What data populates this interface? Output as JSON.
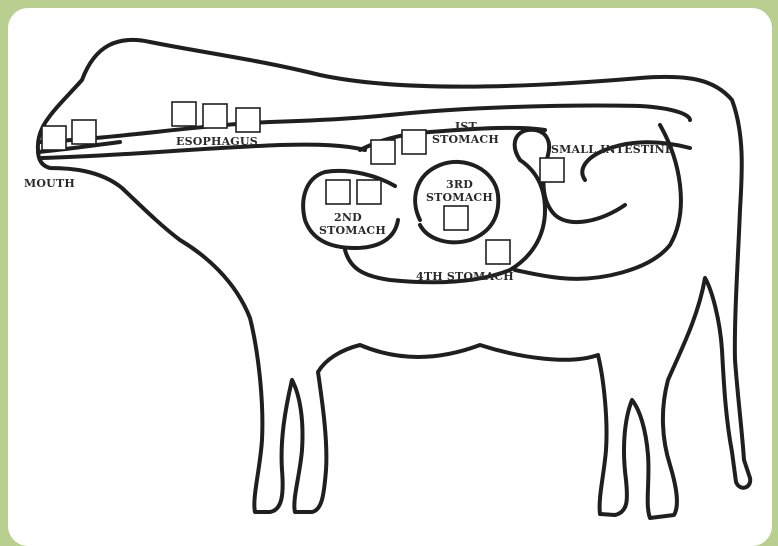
{
  "labels": {
    "mouth": "MOUTH",
    "esophagus": "ESOPHAGUS",
    "first_stomach_line1": "IST",
    "first_stomach_line2": "STOMACH",
    "second_stomach_line1": "2ND",
    "second_stomach_line2": "STOMACH",
    "third_stomach_line1": "3RD",
    "third_stomach_line2": "STOMACH",
    "fourth_stomach": "4TH STOMACH",
    "small_intestine": "SMALL INTESTINE"
  },
  "colors": {
    "frame": "#b8cf90",
    "panel": "#ffffff",
    "line": "#1f1f1f"
  }
}
